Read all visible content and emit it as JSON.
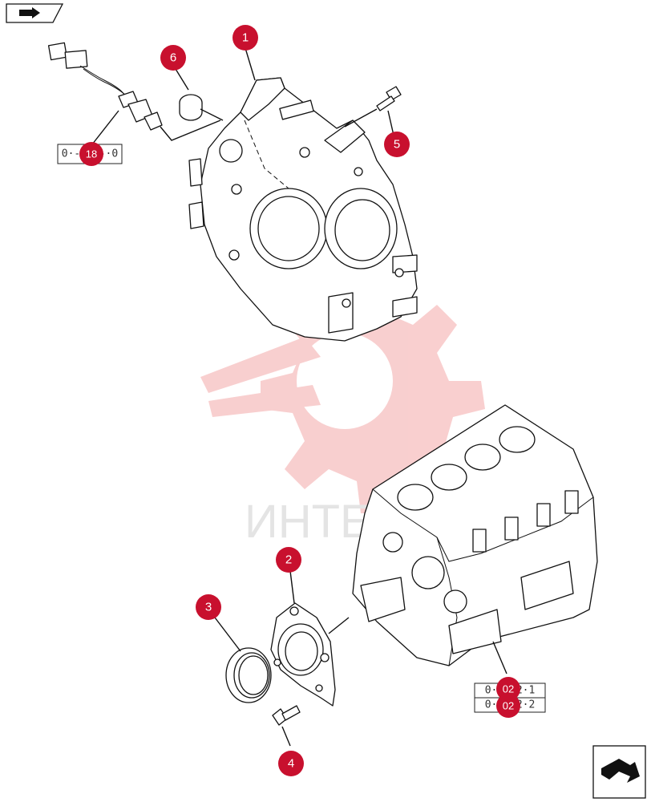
{
  "diagram": {
    "watermark_text": "ИНТЕ",
    "callouts": [
      {
        "id": "callout-1",
        "label": "1"
      },
      {
        "id": "callout-2",
        "label": "2"
      },
      {
        "id": "callout-3",
        "label": "3"
      },
      {
        "id": "callout-4",
        "label": "4"
      },
      {
        "id": "callout-5",
        "label": "5"
      },
      {
        "id": "callout-6",
        "label": "6"
      }
    ],
    "references": [
      {
        "id": "ref-sensor",
        "code": "0·-018-·0",
        "marker": "18"
      },
      {
        "id": "ref-block-a",
        "code": "0·-002·1",
        "marker": "02"
      },
      {
        "id": "ref-block-b",
        "code": "0·-002·2",
        "marker": "02"
      }
    ],
    "nav": {
      "back_icon": "back-arrow-icon",
      "forward_icon": "forward-arrow-icon"
    },
    "colors": {
      "callout": "#c8102e",
      "watermark": "#f4a8a8"
    }
  }
}
